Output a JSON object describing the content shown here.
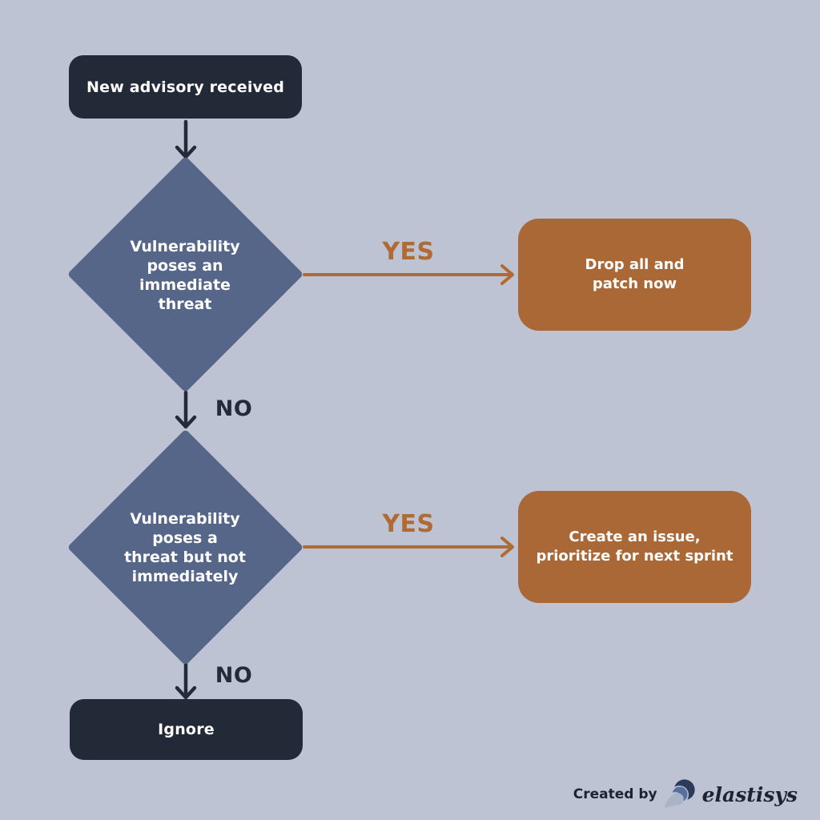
{
  "palette": {
    "background": "#bec3d4",
    "dark_node": "#222937",
    "diamond_node": "#556689",
    "action_node": "#a96835",
    "arrow_orange": "#b06a33",
    "arrow_dark": "#232b3a",
    "node_text": "#ffffff",
    "footer_text": "#1d2430"
  },
  "nodes": {
    "start": {
      "label": "New advisory received"
    },
    "decision1": {
      "lines": [
        "Vulnerability",
        "poses an",
        "immediate",
        "threat"
      ]
    },
    "action1": {
      "lines": [
        "Drop all and",
        "patch now"
      ]
    },
    "decision2": {
      "lines": [
        "Vulnerability",
        "poses a",
        "threat but not",
        "immediately"
      ]
    },
    "action2": {
      "lines": [
        "Create an issue,",
        "prioritize for next sprint"
      ]
    },
    "end": {
      "label": "Ignore"
    }
  },
  "edges": {
    "yes1": "YES",
    "no1": "NO",
    "yes2": "YES",
    "no2": "NO"
  },
  "footer": {
    "created_by": "Created by",
    "brand": "elastisys"
  }
}
